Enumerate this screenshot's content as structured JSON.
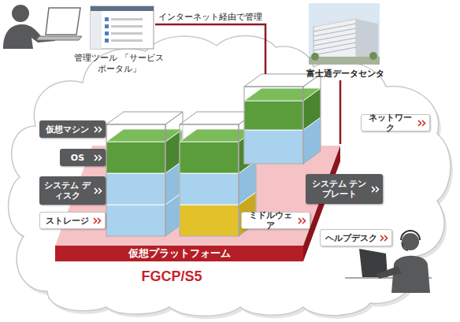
{
  "diagram": {
    "nodes": [
      {
        "text": [
          "管理ツール 「サービスポータル」"
        ]
      },
      {
        "text": [
          "富士通データセンタ"
        ]
      },
      {
        "text": [
          "FGCP/S5"
        ]
      },
      {
        "text": [
          "仮想マシン"
        ],
        "in": 2
      },
      {
        "text": [
          "ネットワーク"
        ],
        "in": 2
      },
      {
        "text": [
          "OS"
        ],
        "in": 2
      },
      {
        "text": [
          "システム ディスク"
        ],
        "in": 2
      },
      {
        "text": [
          "システム テンプレート"
        ],
        "in": 2
      },
      {
        "text": [
          "ストレージ"
        ],
        "in": 2
      },
      {
        "text": [
          "ミドルウェア"
        ],
        "in": 2
      },
      {
        "text": [
          "ヘルプデスク"
        ],
        "in": 2
      },
      {
        "text": [
          "仮想プラットフォーム"
        ],
        "in": 2
      }
    ],
    "edges": [
      {
        "from": 0,
        "to": 2,
        "arrow": "none",
        "label": "インターネット経由で管理"
      },
      {
        "from": 1,
        "to": 11,
        "arrow": "none"
      }
    ]
  }
}
